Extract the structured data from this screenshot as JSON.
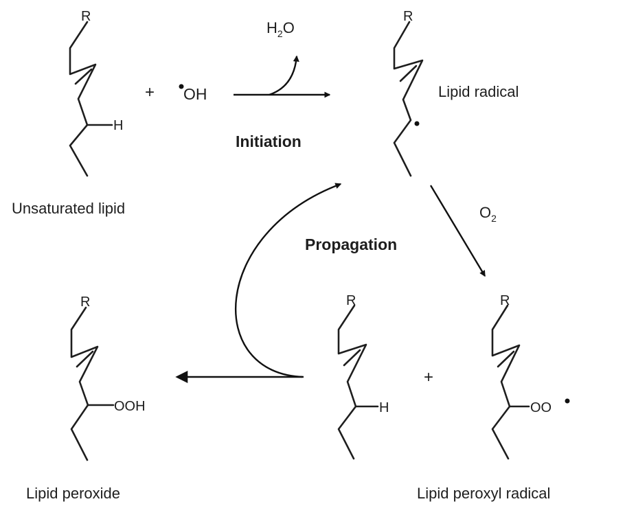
{
  "diagram": {
    "atoms": {
      "R": "R",
      "H": "H",
      "OOH": "OOH",
      "OO": "OO"
    },
    "reactants": {
      "unsaturated_lipid_label": "Unsaturated lipid",
      "plus": "+",
      "hydroxyl_radical": "OH",
      "water_formula": "H",
      "water_subscript": "2",
      "water_oxygen": "O"
    },
    "initiation": {
      "label": "Initiation",
      "lipid_radical_label": "Lipid radical"
    },
    "propagation": {
      "label": "Propagation",
      "oxygen_formula": "O",
      "oxygen_subscript": "2",
      "lipid_peroxide_label": "Lipid peroxide",
      "plus": "+",
      "lipid_peroxyl_radical_label": "Lipid peroxyl radical"
    }
  }
}
